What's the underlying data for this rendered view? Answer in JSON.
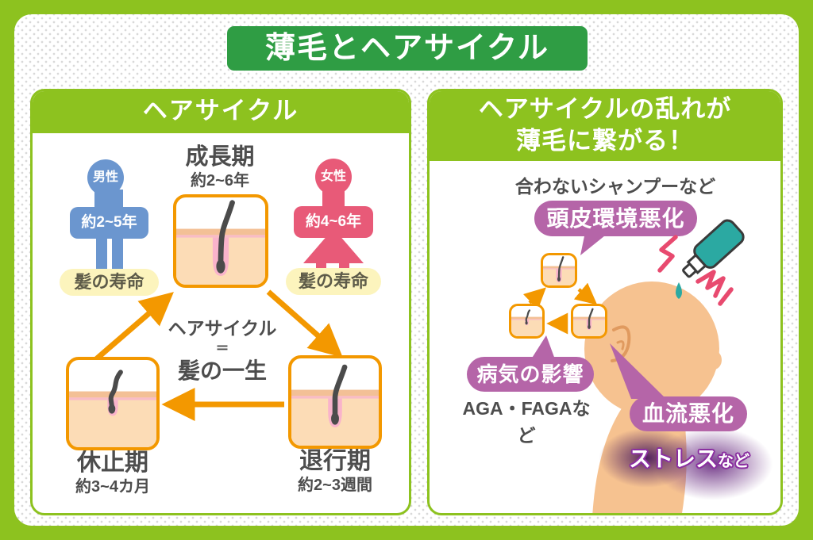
{
  "title": "薄毛とヘアサイクル",
  "left_panel": {
    "header": "ヘアサイクル",
    "phases": {
      "growth": {
        "name": "成長期",
        "duration": "約2~6年"
      },
      "regression": {
        "name": "退行期",
        "duration": "約2~3週間"
      },
      "rest": {
        "name": "休止期",
        "duration": "約3~4カ月"
      }
    },
    "male": {
      "label": "男性",
      "lifespan": "約2~5年",
      "caption": "髪の寿命"
    },
    "female": {
      "label": "女性",
      "lifespan": "約4~6年",
      "caption": "髪の寿命"
    },
    "center_text": {
      "line1": "ヘアサイクル",
      "line2": "＝",
      "line3": "髪の一生"
    }
  },
  "right_panel": {
    "header_line1": "ヘアサイクルの乱れが",
    "header_line2": "薄毛に繋がる！",
    "shampoo_note": "合わないシャンプーなど",
    "badges": {
      "scalp": "頭皮環境悪化",
      "disease": "病気の影響",
      "blood": "血流悪化"
    },
    "disease_note": "AGA・FAGAなど",
    "stress": {
      "main": "ストレス",
      "suffix": "など"
    }
  },
  "colors": {
    "frame_green": "#8dc21f",
    "title_green": "#2f9d44",
    "cycle_orange": "#f39800",
    "badge_purple": "#b565a8",
    "male_blue": "#6b96cf",
    "female_pink": "#e85a78",
    "lifespan_yellow": "#fcf4bd",
    "skin_peach": "#f6c290",
    "bottle_teal": "#2ba9a2",
    "zigzag_pink": "#e84a6f",
    "text_dark": "#4d4d4d"
  }
}
